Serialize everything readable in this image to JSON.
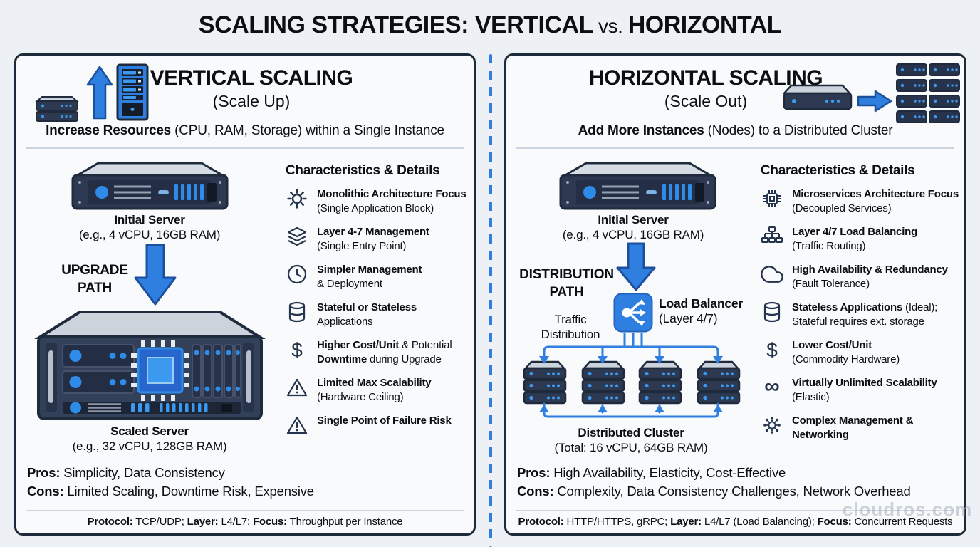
{
  "title": {
    "part1": "SCALING STRATEGIES: VERTICAL",
    "vs": " vs. ",
    "part2": "HORIZONTAL"
  },
  "watermark": "cloudros.com",
  "colors": {
    "accent_blue": "#2e7fe0",
    "panel_border": "#1d2a3a",
    "panel_bg": "#f8fafc",
    "page_bg": "#edf0f4",
    "server_dark": "#2c3950",
    "light_blue": "#3b9af0"
  },
  "left": {
    "title": "VERTICAL SCALING",
    "subtitle": "(Scale Up)",
    "tag_b": "Increase Resources",
    "tag_r": " (CPU, RAM, Storage) within a Single Instance",
    "initial_server_label": "Initial Server",
    "initial_server_spec": "(e.g., 4 vCPU, 16GB RAM)",
    "path_line1": "UPGRADE",
    "path_line2": "PATH",
    "scaled_server_label": "Scaled Server",
    "scaled_server_spec": "(e.g., 32 vCPU, 128GB RAM)",
    "char_heading": "Characteristics & Details",
    "items": [
      {
        "icon": "gear-icon",
        "l1b": "Monolithic Architecture Focus",
        "l1r": "",
        "l2b": "",
        "l2r": "(Single Application Block)"
      },
      {
        "icon": "layers-icon",
        "l1b": "Layer 4-7 Management",
        "l1r": "",
        "l2b": "",
        "l2r": "(Single Entry Point)"
      },
      {
        "icon": "clock-icon",
        "l1b": "Simpler Management",
        "l1r": "",
        "l2b": "",
        "l2r": "& Deployment"
      },
      {
        "icon": "database-icon",
        "l1b": "Stateful or Stateless",
        "l1r": "",
        "l2b": "",
        "l2r": "Applications"
      },
      {
        "icon": "dollar-icon",
        "l1b": "Higher Cost/Unit",
        "l1r": " & Potential",
        "l2b": "Downtime",
        "l2r": " during Upgrade"
      },
      {
        "icon": "warning-icon",
        "l1b": "Limited Max Scalability",
        "l1r": "",
        "l2b": "",
        "l2r": "(Hardware Ceiling)"
      },
      {
        "icon": "warning-icon",
        "l1b": "Single Point of Failure Risk",
        "l1r": "",
        "l2b": "",
        "l2r": ""
      }
    ],
    "pros_label": "Pros:",
    "pros_text": " Simplicity, Data Consistency",
    "cons_label": "Cons:",
    "cons_text": " Limited Scaling, Downtime Risk, Expensive",
    "footer": [
      {
        "b": "Protocol:",
        "t": " TCP/UDP; "
      },
      {
        "b": "Layer:",
        "t": " L4/L7; "
      },
      {
        "b": "Focus:",
        "t": " Throughput per Instance"
      }
    ]
  },
  "right": {
    "title": "HORIZONTAL SCALING",
    "subtitle": "(Scale Out)",
    "tag_b": "Add More Instances",
    "tag_r": " (Nodes) to a Distributed Cluster",
    "initial_server_label": "Initial Server",
    "initial_server_spec": "(e.g., 4 vCPU, 16GB RAM)",
    "path_line1": "DISTRIBUTION",
    "path_line2": "PATH",
    "traffic_line1": "Traffic",
    "traffic_line2": "Distribution",
    "lb_label": "Load Balancer",
    "lb_spec": "(Layer 4/7)",
    "cluster_label": "Distributed Cluster",
    "cluster_spec": "(Total: 16 vCPU, 64GB RAM)",
    "char_heading": "Characteristics & Details",
    "items": [
      {
        "icon": "chip-icon",
        "l1b": "Microservices Architecture Focus",
        "l1r": "",
        "l2b": "",
        "l2r": "(Decoupled Services)"
      },
      {
        "icon": "sitemap-icon",
        "l1b": "Layer 4/7 Load Balancing",
        "l1r": "",
        "l2b": "",
        "l2r": "(Traffic Routing)"
      },
      {
        "icon": "cloud-icon",
        "l1b": "High Availability & Redundancy",
        "l1r": "",
        "l2b": "",
        "l2r": "(Fault Tolerance)"
      },
      {
        "icon": "database-icon",
        "l1b": "Stateless Applications",
        "l1r": " (Ideal);",
        "l2b": "",
        "l2r": "Stateful requires ext. storage"
      },
      {
        "icon": "dollar-icon",
        "l1b": "Lower Cost/Unit",
        "l1r": "",
        "l2b": "",
        "l2r": "(Commodity Hardware)"
      },
      {
        "icon": "infinity-icon",
        "l1b": "Virtually Unlimited Scalability",
        "l1r": "",
        "l2b": "",
        "l2r": "(Elastic)"
      },
      {
        "icon": "mesh-icon",
        "l1b": "Complex Management &",
        "l1r": "",
        "l2b": "Networking",
        "l2r": ""
      }
    ],
    "pros_label": "Pros:",
    "pros_text": " High Availability, Elasticity, Cost-Effective",
    "cons_label": "Cons:",
    "cons_text": " Complexity, Data Consistency Challenges, Network Overhead",
    "footer": [
      {
        "b": "Protocol:",
        "t": " HTTP/HTTPS, gRPC; "
      },
      {
        "b": "Layer:",
        "t": " L4/L7 (Load Balancing); "
      },
      {
        "b": "Focus:",
        "t": " Concurrent Requests"
      }
    ]
  }
}
